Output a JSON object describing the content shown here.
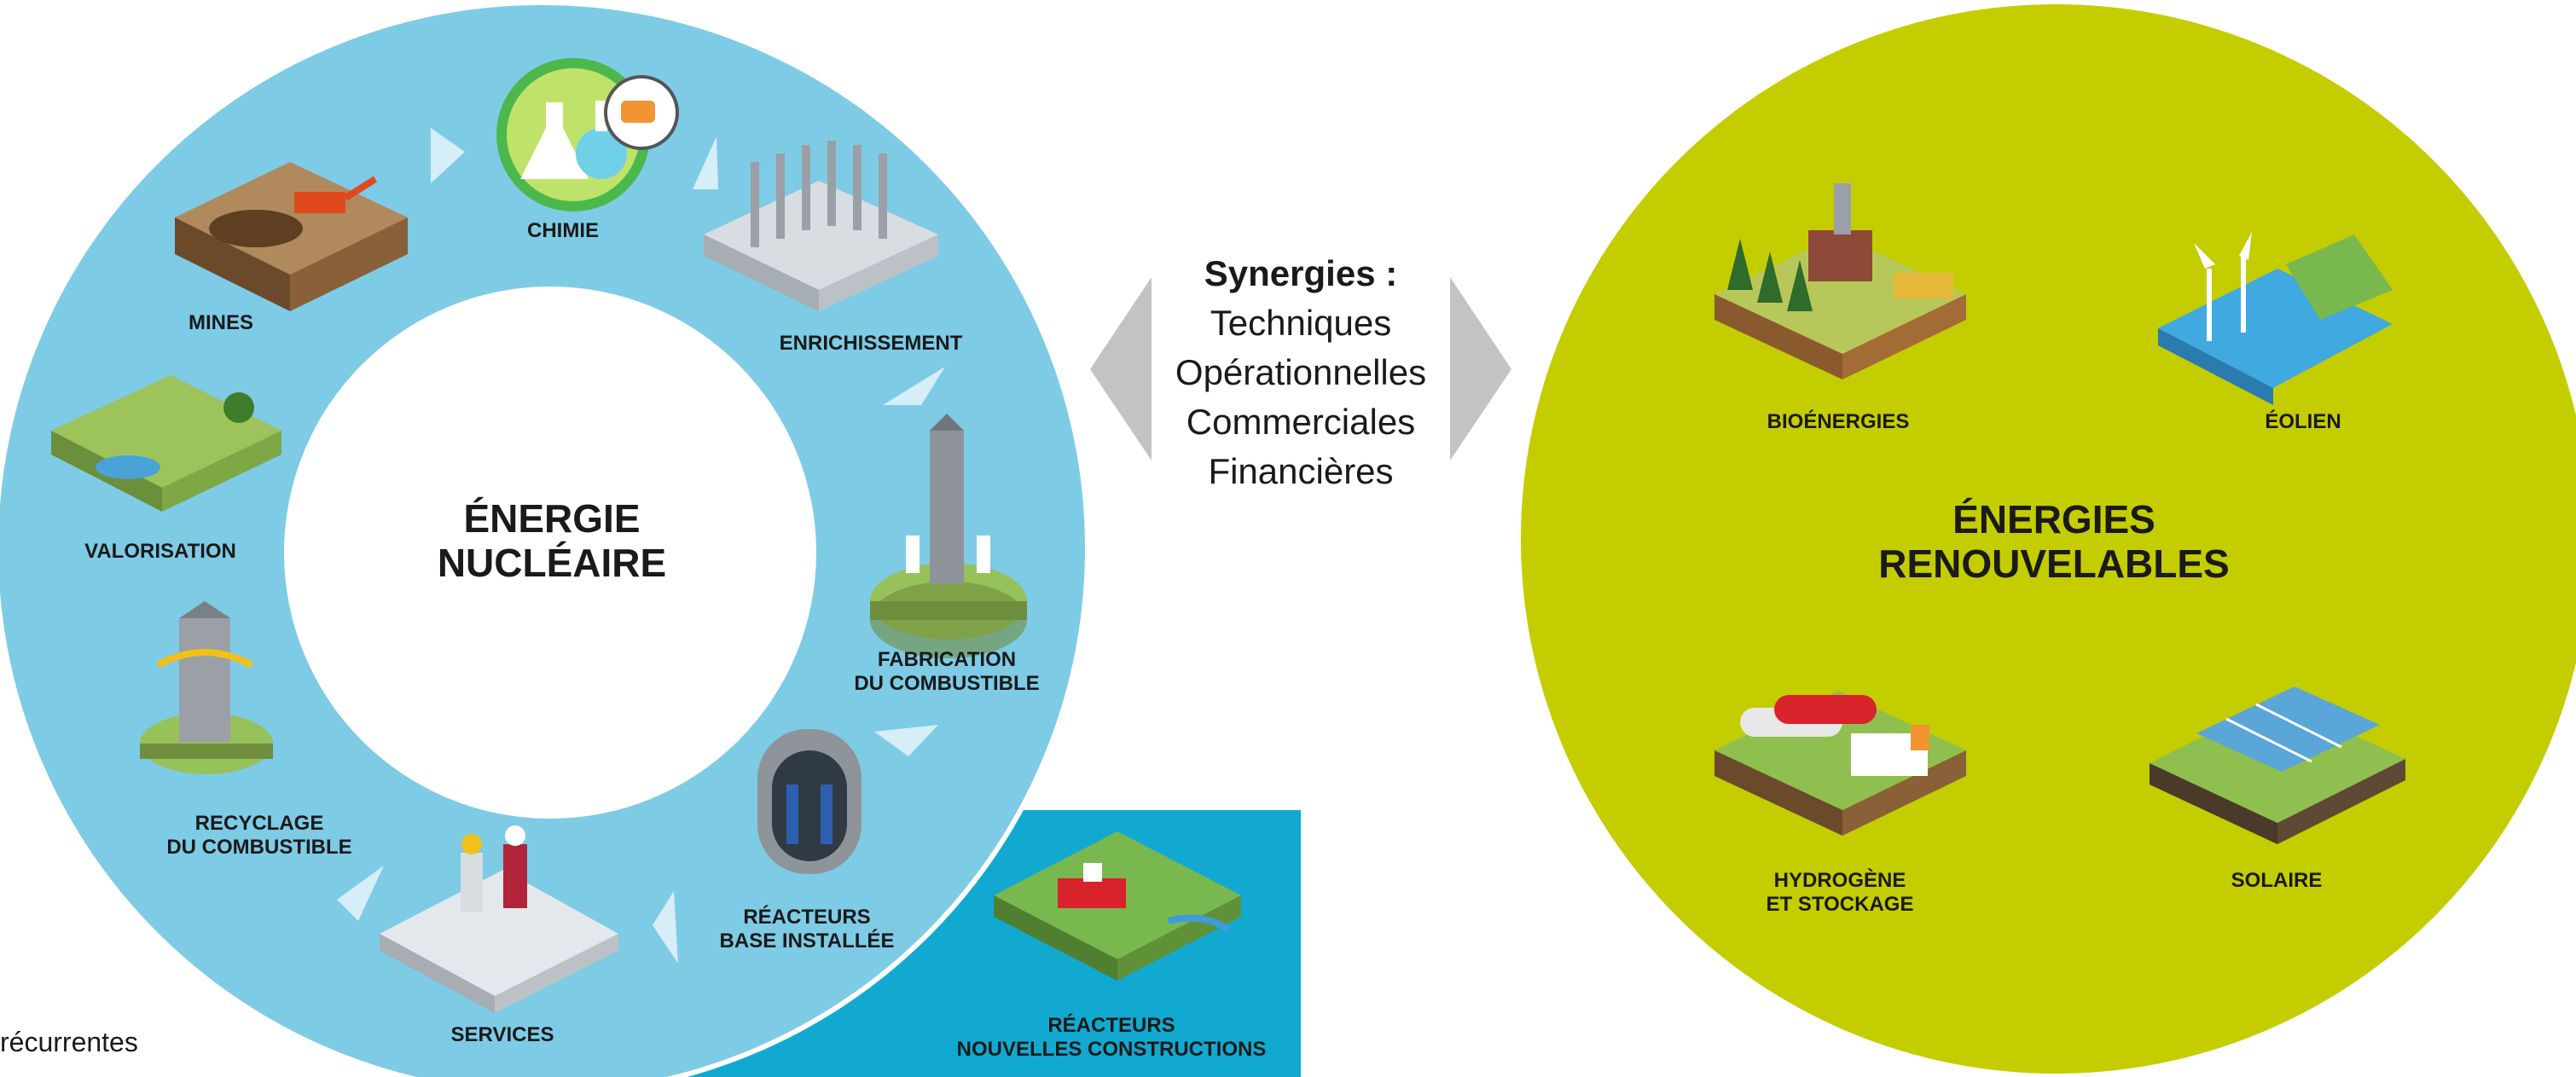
{
  "nuclear": {
    "title_line1": "ÉNERGIE",
    "title_line2": "NUCLÉAIRE",
    "steps": {
      "chimie": "CHIMIE",
      "mines": "MINES",
      "enrichissement": "ENRICHISSEMENT",
      "valorisation": "VALORISATION",
      "fabrication_line1": "FABRICATION",
      "fabrication_line2": "DU COMBUSTIBLE",
      "recyclage_line1": "RECYCLAGE",
      "recyclage_line2": "DU COMBUSTIBLE",
      "reacteurs_base_line1": "RÉACTEURS",
      "reacteurs_base_line2": "BASE INSTALLÉE",
      "services": "SERVICES",
      "nouvelles_line1": "RÉACTEURS",
      "nouvelles_line2": "NOUVELLES CONSTRUCTIONS"
    },
    "ring_color": "#7ecbe6",
    "new_build_color": "#12a9d1"
  },
  "synergies": {
    "heading": "Synergies :",
    "items": [
      "Techniques",
      "Opérationnelles",
      "Commerciales",
      "Financières"
    ],
    "arrow_color": "#c3c3c3"
  },
  "renewables": {
    "title_line1": "ÉNERGIES",
    "title_line2": "RENOUVELABLES",
    "items": {
      "bioenergies": "BIOÉNERGIES",
      "eolien": "ÉOLIEN",
      "hydrogene_line1": "HYDROGÈNE",
      "hydrogene_line2": "ET STOCKAGE",
      "solaire": "SOLAIRE"
    },
    "circle_color": "#c4cd00"
  },
  "footnote": "récurrentes"
}
